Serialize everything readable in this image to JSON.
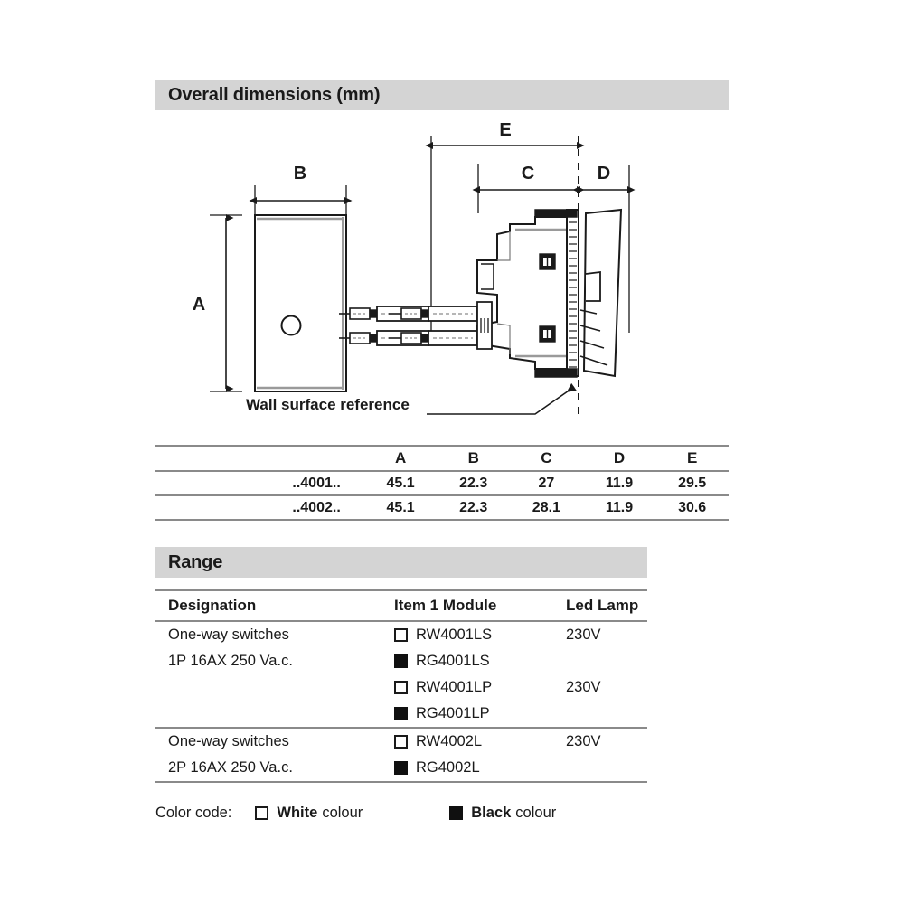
{
  "sections": {
    "dimensions_title": "Overall dimensions (mm)",
    "range_title": "Range"
  },
  "drawing": {
    "labels": {
      "A": "A",
      "B": "B",
      "C": "C",
      "D": "D",
      "E": "E"
    },
    "annotation": "Wall surface reference"
  },
  "dimensions_table": {
    "columns": [
      "",
      "A",
      "B",
      "C",
      "D",
      "E"
    ],
    "rows": [
      {
        "label": "..4001..",
        "A": "45.1",
        "B": "22.3",
        "C": "27",
        "D": "11.9",
        "E": "29.5"
      },
      {
        "label": "..4002..",
        "A": "45.1",
        "B": "22.3",
        "C": "28.1",
        "D": "11.9",
        "E": "30.6"
      }
    ]
  },
  "range_table": {
    "headers": {
      "designation": "Designation",
      "module": "Item 1 Module",
      "led_lamp": "Led Lamp"
    },
    "groups": [
      {
        "designation_lines": [
          "One-way switches",
          "1P 16AX 250 Va.c."
        ],
        "modules": [
          {
            "colour": "white",
            "code": "RW4001LS"
          },
          {
            "colour": "black",
            "code": "RG4001LS"
          },
          {
            "colour": "white",
            "code": "RW4001LP"
          },
          {
            "colour": "black",
            "code": "RG4001LP"
          }
        ],
        "led_lamp_lines": [
          "230V",
          "",
          "230V",
          ""
        ]
      },
      {
        "designation_lines": [
          "One-way switches",
          "2P 16AX 250 Va.c."
        ],
        "modules": [
          {
            "colour": "white",
            "code": "RW4002L"
          },
          {
            "colour": "black",
            "code": "RG4002L"
          }
        ],
        "led_lamp_lines": [
          "230V",
          ""
        ]
      }
    ]
  },
  "color_code": {
    "label": "Color code:",
    "white_strong": "White",
    "white_rest": "colour",
    "black_strong": "Black",
    "black_rest": "colour"
  },
  "colors": {
    "bar_background": "#d4d4d4",
    "rule": "#8a8a8a",
    "ink": "#1a1a1a",
    "swatch_black": "#101010"
  }
}
